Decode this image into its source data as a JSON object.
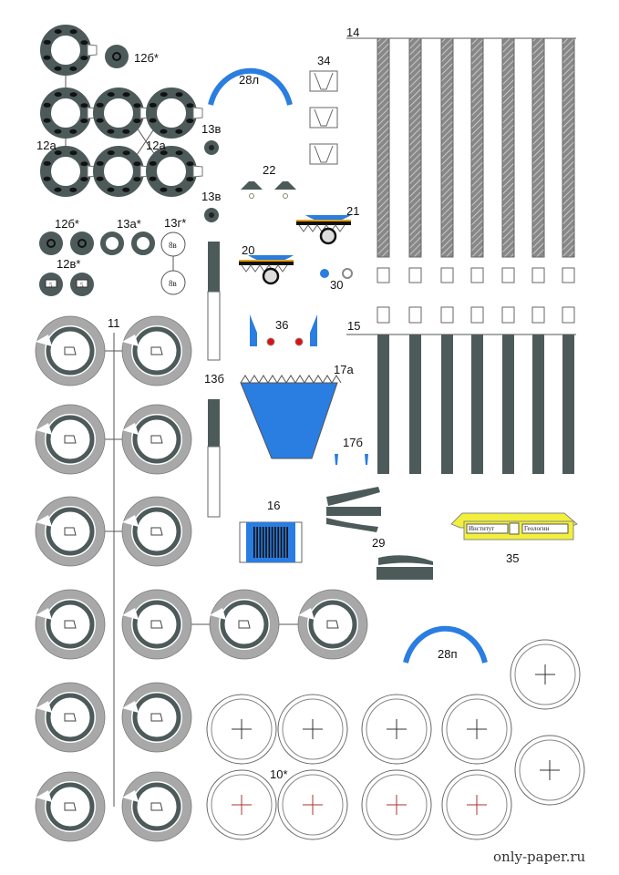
{
  "labels": {
    "p12a_1": "12а",
    "p12a_2": "12а",
    "p12b_1": "12б*",
    "p12b_2": "12б*",
    "p12v": "12в*",
    "p13a": "13а*",
    "p13g": "13г*",
    "p13v_1": "13в",
    "p13v_2": "13в",
    "p13b": "13б",
    "p14": "14",
    "p15": "15",
    "p11": "11",
    "p10": "10*",
    "p16": "16",
    "p17a": "17а",
    "p17b": "17б",
    "p20": "20",
    "p21": "21",
    "p22": "22",
    "p28l": "28л",
    "p28p": "28п",
    "p29": "29",
    "p30": "30",
    "p34": "34",
    "p35": "35",
    "p36": "36"
  },
  "disc_marks": {
    "p8v": "8в",
    "p5": "5"
  },
  "sign": {
    "left": "Институт",
    "right": "Геологии"
  },
  "watermark": "only-paper.ru",
  "colors": {
    "dark": "#4d5a5a",
    "blue": "#2a7de1",
    "grey": "#a8a8a8",
    "yellow": "#f2f03c",
    "red": "#e01010"
  }
}
